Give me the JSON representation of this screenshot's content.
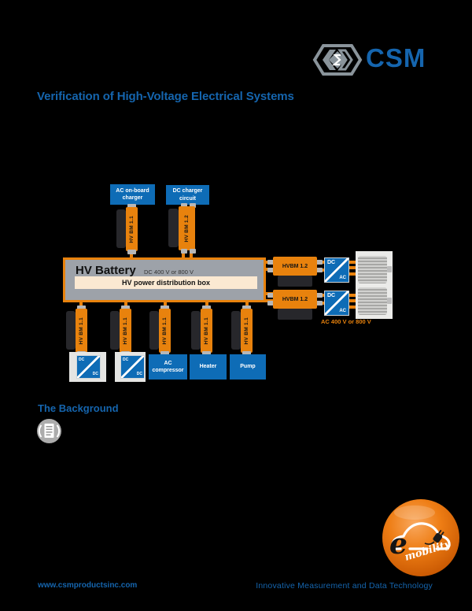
{
  "logo": {
    "text": "CSM"
  },
  "title": "Verification of High-Voltage Electrical Systems",
  "diagram": {
    "ac_onboard_charger": "AC on-board charger",
    "dc_charger_circuit": "DC charger circuit",
    "battery_title": "HV Battery",
    "battery_voltage": "DC 400 V or 800 V",
    "power_distribution_box": "HV power distribution box",
    "hvbm11": "HV BM 1.1",
    "hvbm12": "HV BM 1.2",
    "hvbm12h": "HVBM 1.2",
    "dc": "DC",
    "ac": "AC",
    "ac_compressor": "AC compressor",
    "heater": "Heater",
    "pump": "Pump",
    "ac_voltage": "AC 400 V or 800 V"
  },
  "sections": {
    "background_heading": "The Background"
  },
  "emobility": {
    "e": "e",
    "mobility": "mobility"
  },
  "footer": {
    "website": "www.csmproductsinc.com",
    "tagline": "Innovative Measurement and Data Technology"
  },
  "colors": {
    "accent_orange": "#E8820D",
    "brand_blue": "#1565AE",
    "box_blue": "#0E6CB6",
    "battery_gray": "#9DA2A9",
    "cream": "#FBE9D2",
    "page_bg": "#000000"
  }
}
